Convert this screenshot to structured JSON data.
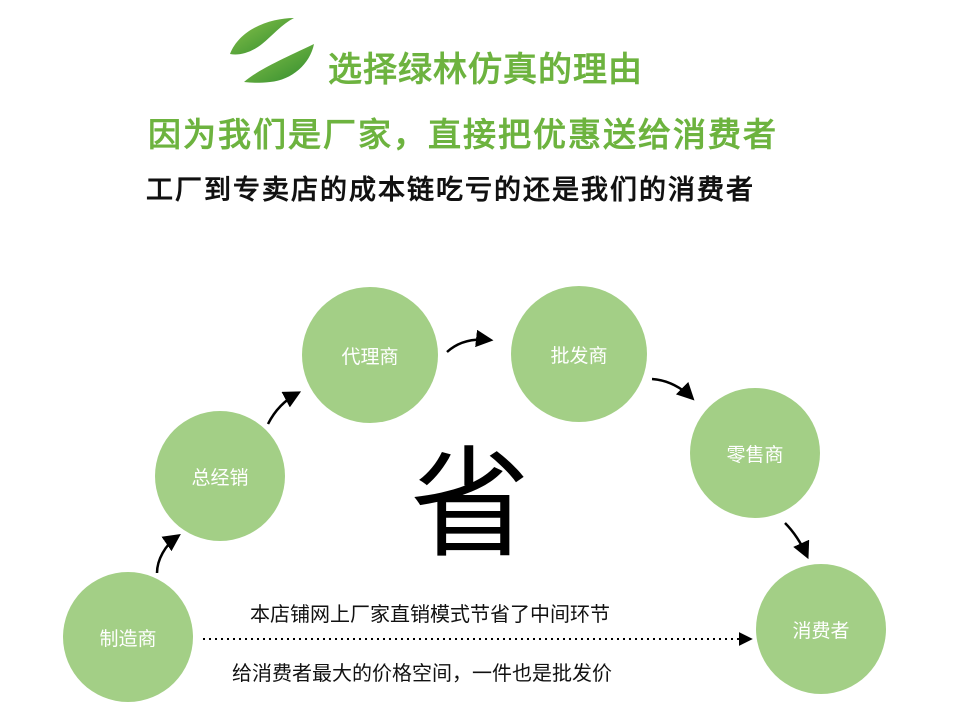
{
  "header": {
    "title": "选择绿林仿真的理由",
    "subtitle": "因为我们是厂家，直接把优惠送给消费者",
    "tagline": "工厂到专卖店的成本链吃亏的还是我们的消费者"
  },
  "flow": {
    "nodes": [
      {
        "id": "manufacturer",
        "label": "制造商"
      },
      {
        "id": "general-distributor",
        "label": "总经销"
      },
      {
        "id": "agent",
        "label": "代理商"
      },
      {
        "id": "wholesaler",
        "label": "批发商"
      },
      {
        "id": "retailer",
        "label": "零售商"
      },
      {
        "id": "consumer",
        "label": "消费者"
      }
    ],
    "center_char": "省",
    "note_line1": "本店铺网上厂家直销模式节省了中间环节",
    "note_line2": "给消费者最大的价格空间，一件也是批发价"
  },
  "colors": {
    "accent_green": "#6db33f",
    "circle_green": "#a3cf86",
    "text_dark": "#111111"
  },
  "icons": {
    "logo": "leaf-logo-icon"
  }
}
